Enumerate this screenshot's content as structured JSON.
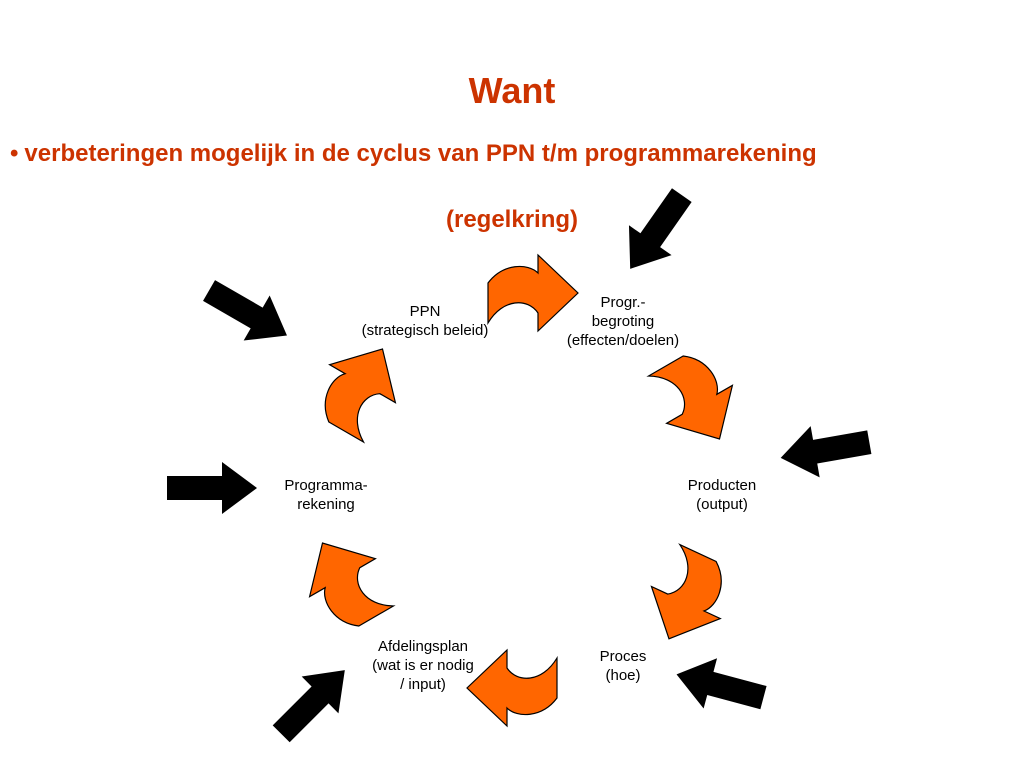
{
  "colors": {
    "accent": "#cc3300",
    "cycle_arrow": "#ff6600",
    "input_arrow": "#000000"
  },
  "heading": {
    "title": "Want",
    "bullet_symbol": "•",
    "bullet_text": "verbeteringen mogelijk in de cyclus van PPN t/m programmarekening",
    "subtitle": "(regelkring)"
  },
  "nodes": {
    "ppn": {
      "lines": [
        "PPN",
        "(strategisch beleid)"
      ]
    },
    "begroting": {
      "lines": [
        "Progr.-",
        "begroting",
        "(effecten/doelen)"
      ]
    },
    "producten": {
      "lines": [
        "Producten",
        "(output)"
      ]
    },
    "proces": {
      "lines": [
        "Proces",
        "(hoe)"
      ]
    },
    "afdelingsplan": {
      "lines": [
        "Afdelingsplan",
        "(wat is er nodig",
        "/ input)"
      ]
    },
    "rekening": {
      "lines": [
        "Programma-",
        "rekening"
      ]
    }
  },
  "icons": {
    "cycle": "curved-orange-arrow-icon",
    "input": "black-arrow-icon"
  }
}
